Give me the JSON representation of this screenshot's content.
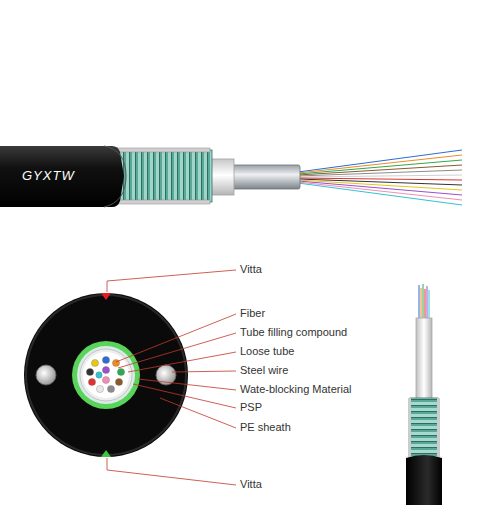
{
  "diagram": {
    "labels": [
      "GYXTW",
      "Vitta",
      "Fiber",
      "Tube filling compound",
      "Loose tube",
      "Steel wire",
      "Wate-blocking Material",
      "PSP",
      "PE sheath",
      "Vitta"
    ]
  }
}
